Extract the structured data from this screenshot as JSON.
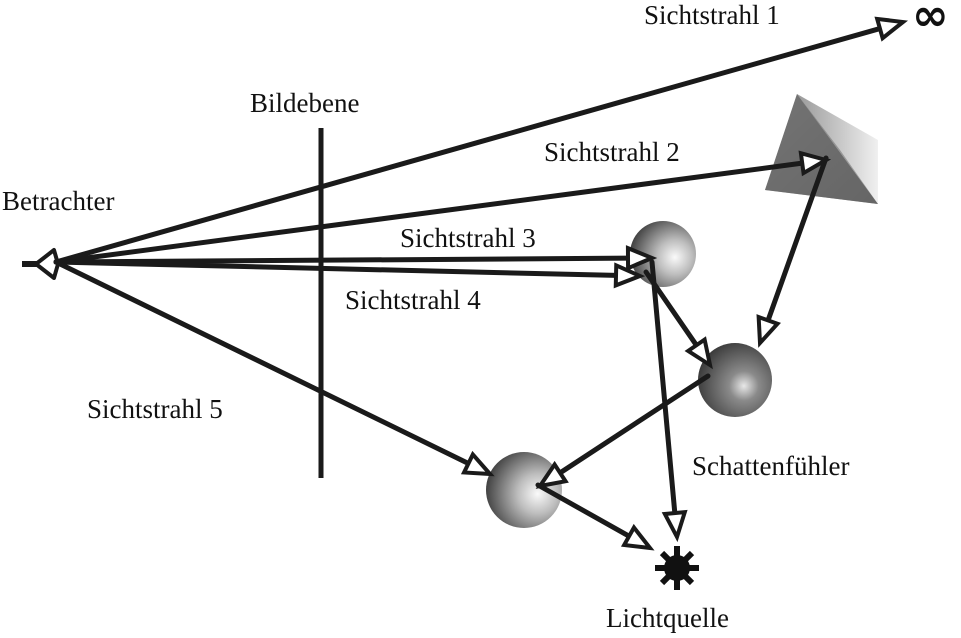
{
  "labels": {
    "betrachter": "Betrachter",
    "bildebene": "Bildebene",
    "ray1": "Sichtstrahl 1",
    "ray2": "Sichtstrahl 2",
    "ray3": "Sichtstrahl 3",
    "ray4": "Sichtstrahl 4",
    "ray5": "Sichtstrahl 5",
    "schattenfuehler": "Schattenfühler",
    "lichtquelle": "Lichtquelle",
    "infinity": "∞"
  },
  "icons": {
    "viewer": "eye-icon",
    "light": "light-source-icon",
    "infinity": "infinity-icon"
  },
  "colors": {
    "line": "#1a1a1a",
    "sphere_light": "#f2f2f2",
    "sphere_dark": "#3a3a3a",
    "background": "#ffffff"
  }
}
